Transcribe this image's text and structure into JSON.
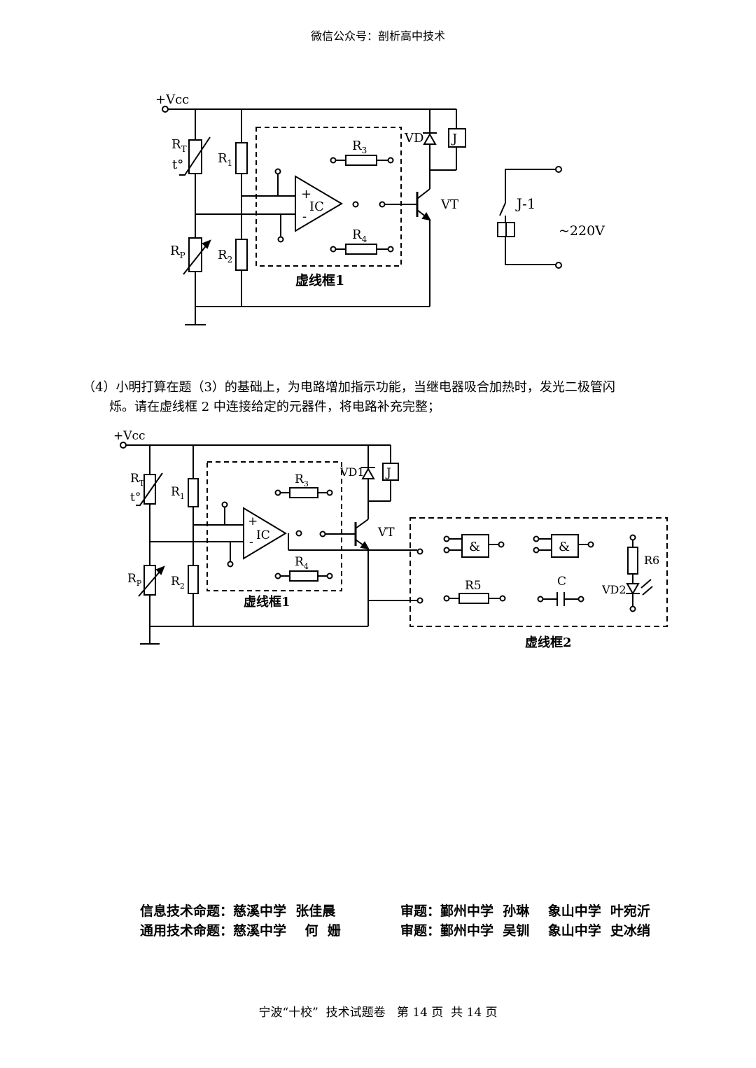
{
  "header": {
    "text": "微信公众号：剖析高中技术"
  },
  "circuit1": {
    "vcc": "+Vcc",
    "rt": "R",
    "rt_sub": "T",
    "temp": "t°",
    "r1": "R",
    "r1_sub": "1",
    "r2": "R",
    "r2_sub": "2",
    "r3": "R",
    "r3_sub": "3",
    "r4": "R",
    "r4_sub": "4",
    "rp": "R",
    "rp_sub": "P",
    "ic": "IC",
    "plus": "+",
    "minus": "-",
    "vd": "VD",
    "relay": "J",
    "vt": "VT",
    "switch": "J-1",
    "mains": "~220V",
    "box1": "虚线框1"
  },
  "question": {
    "line1": "（4）小明打算在题（3）的基础上，为电路增加指示功能，当继电器吸合加热时，发光二极管闪",
    "line2": "烁。请在虚线框 2 中连接给定的元器件，将电路补充完整；"
  },
  "circuit2": {
    "vcc": "+Vcc",
    "rt": "R",
    "rt_sub": "T",
    "temp": "t°",
    "r1": "R",
    "r1_sub": "1",
    "r2": "R",
    "r2_sub": "2",
    "r3": "R",
    "r3_sub": "3",
    "r4": "R",
    "r4_sub": "4",
    "rp": "R",
    "rp_sub": "P",
    "ic": "IC",
    "plus": "+",
    "minus": "-",
    "vd1": "VD1",
    "relay": "J",
    "vt": "VT",
    "box1": "虚线框1",
    "box2": "虚线框2",
    "gate_symbol": "&",
    "r5": "R5",
    "r6": "R6",
    "cap": "C",
    "vd2": "VD2"
  },
  "credits": {
    "info_author": "信息技术命题：慈溪中学  张佳晨",
    "info_review": "审题：鄞州中学  孙琳    象山中学  叶宛沂",
    "general_author": "通用技术命题：慈溪中学    何  姗",
    "general_review": "审题：鄞州中学  吴钏    象山中学  史冰绡"
  },
  "footer": {
    "text": "宁波“十校”  技术试题卷   第 14 页  共 14 页"
  }
}
